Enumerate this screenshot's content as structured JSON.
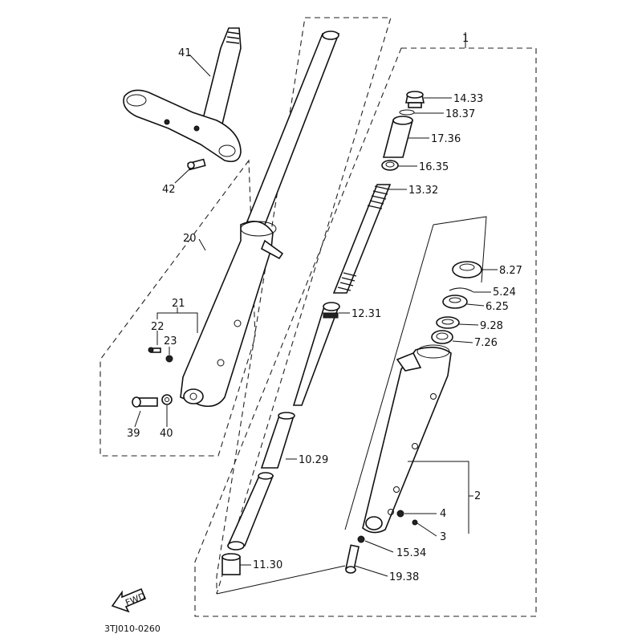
{
  "diagram": {
    "callouts": {
      "p1": "1",
      "p2": "2",
      "p3": "3",
      "p4": "4",
      "p5": "5.24",
      "p6": "6.25",
      "p7": "7.26",
      "p8": "8.27",
      "p9": "9.28",
      "p10": "10.29",
      "p11": "11.30",
      "p12": "12.31",
      "p13": "13.32",
      "p14": "14.33",
      "p15": "15.34",
      "p16": "16.35",
      "p17": "17.36",
      "p18": "18.37",
      "p19": "19.38",
      "p20": "20",
      "p21": "21",
      "p22": "22",
      "p23": "23",
      "p39": "39",
      "p40": "40",
      "p41": "41",
      "p42": "42"
    },
    "fwd_label": "FWD",
    "drawing_code": "3TJ010-0260"
  }
}
